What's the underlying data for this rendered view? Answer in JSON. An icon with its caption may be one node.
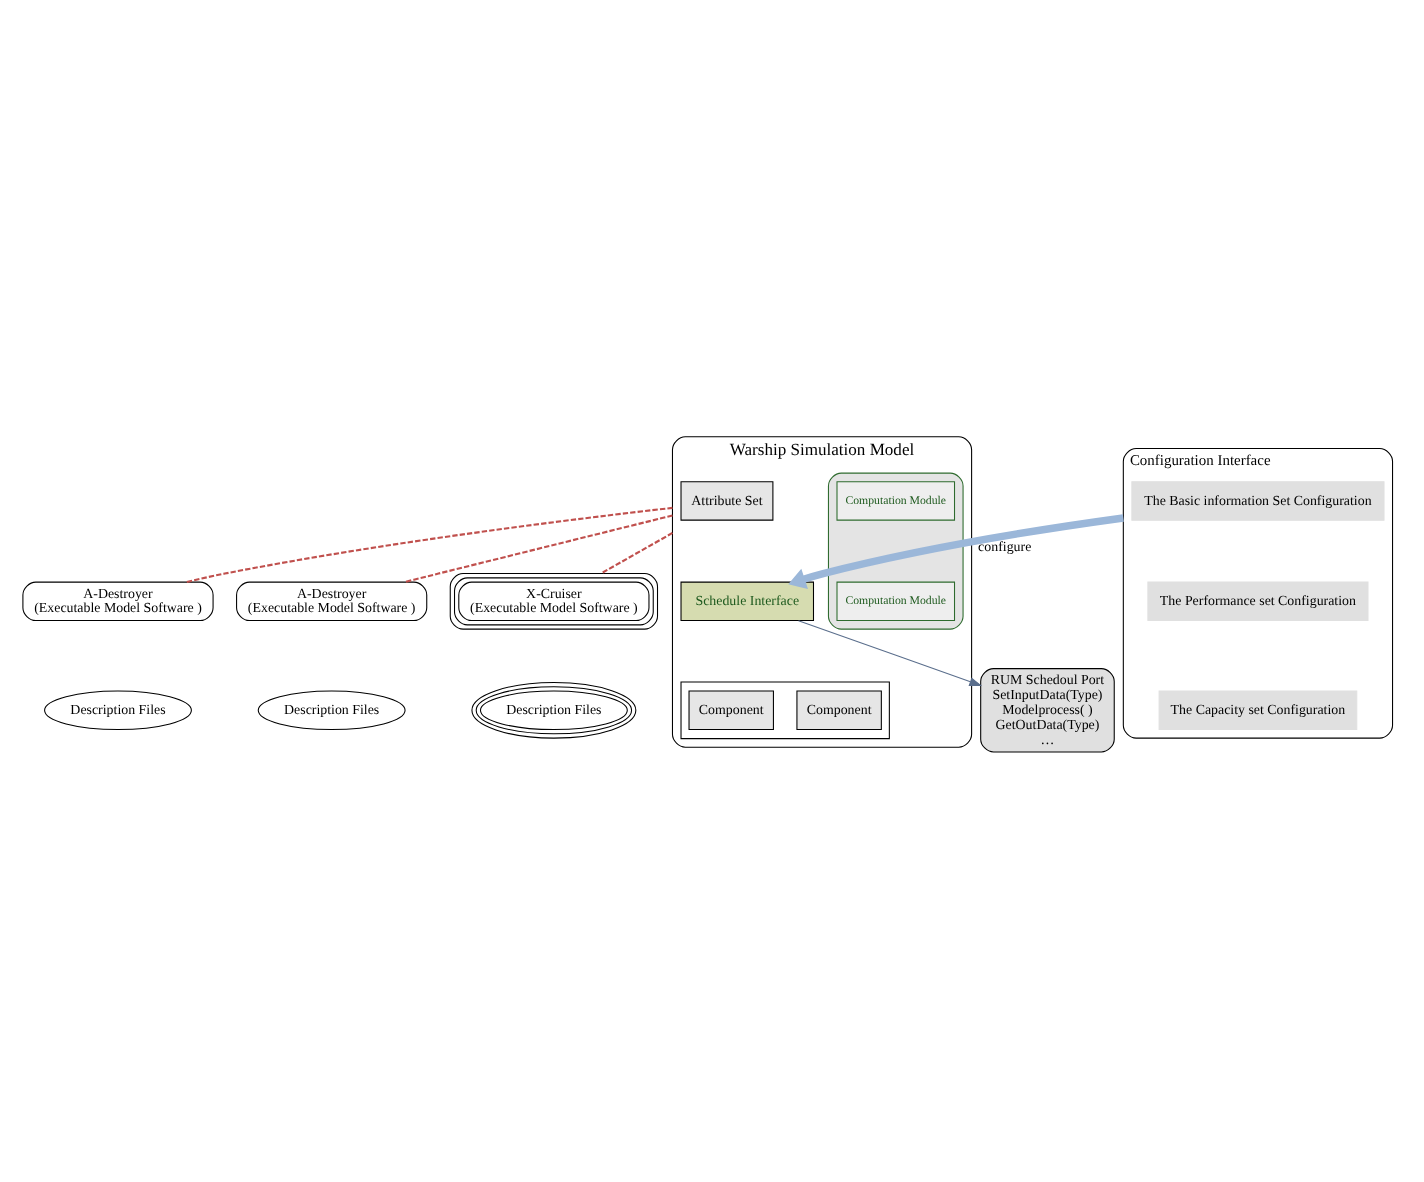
{
  "diagram": {
    "nodes": [
      {
        "text": [
          "Warship Simulation Model"
        ]
      },
      {
        "text": [
          "Attribute Set"
        ],
        "in": 0
      },
      {
        "text": [
          "Schedule Interface"
        ],
        "in": 0
      },
      {
        "text": [],
        "shape": "ellipse",
        "in": 0
      },
      {
        "text": [
          "Computation Module"
        ],
        "in": 3
      },
      {
        "text": [
          "Computation Module"
        ],
        "in": 3
      },
      {
        "text": [],
        "shape": "box",
        "in": 0
      },
      {
        "text": [
          "Component"
        ],
        "in": 6
      },
      {
        "text": [
          "Component"
        ],
        "in": 6
      },
      {
        "text": [
          "Configuration Interface"
        ]
      },
      {
        "text": [
          "The Basic information Set Configuration"
        ],
        "in": 9
      },
      {
        "text": [
          "The Performance set Configuration"
        ],
        "in": 9
      },
      {
        "text": [
          "The Capacity set Configuration"
        ],
        "in": 9
      },
      {
        "text": [
          "RUM Schedoul Port",
          "SetInputData(Type)",
          "Modelprocess( )",
          "GetOutData(Type)",
          "…"
        ]
      },
      {
        "text": [
          "A-Destroyer",
          "(Executable Model Software )"
        ]
      },
      {
        "text": [
          "A-Destroyer",
          "(Executable Model Software )"
        ]
      },
      {
        "text": [
          "X-Cruiser",
          "(Executable Model Software )"
        ]
      },
      {
        "text": [
          "Description Files"
        ]
      },
      {
        "text": [
          "Description Files"
        ]
      },
      {
        "text": [
          "Description Files"
        ]
      }
    ],
    "edges": [
      {
        "from": 9,
        "to": 2,
        "arrow": "to",
        "label": "configure",
        "style": "thick",
        "color": "#9bb7d9"
      },
      {
        "from": 2,
        "to": 13,
        "arrow": "to",
        "color": "#5a6e8c"
      },
      {
        "from": 0,
        "to": 14,
        "arrow": "none",
        "style": "dashed",
        "color": "#c0504d"
      },
      {
        "from": 0,
        "to": 15,
        "arrow": "none",
        "style": "dashed",
        "color": "#c0504d"
      },
      {
        "from": 0,
        "to": 16,
        "arrow": "none",
        "style": "dashed",
        "color": "#c0504d"
      }
    ]
  }
}
